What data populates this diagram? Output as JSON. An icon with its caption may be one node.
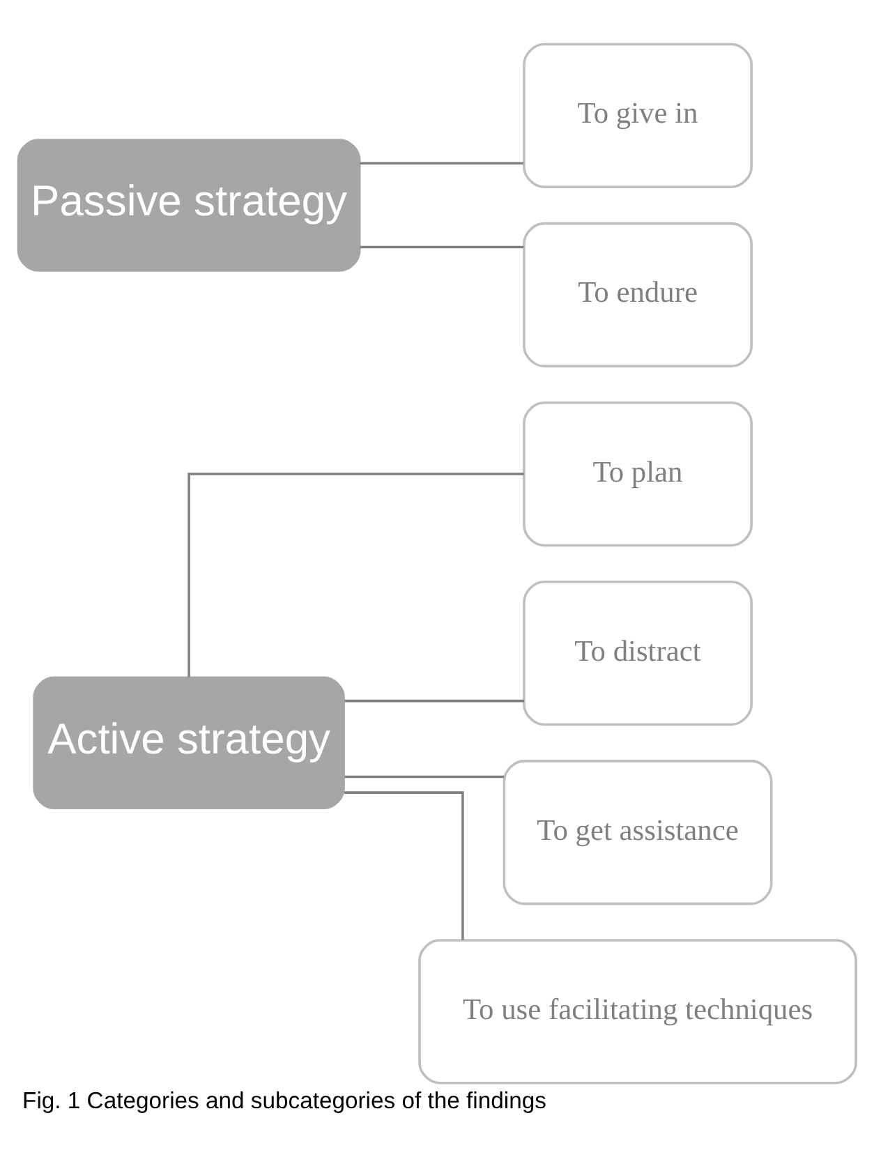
{
  "diagram": {
    "caption": "Fig. 1 Categories and subcategories of the findings",
    "nodes": [
      {
        "text": [
          "Active strategy"
        ]
      },
      {
        "text": [
          "To plan"
        ]
      },
      {
        "text": [
          "To distract"
        ]
      },
      {
        "text": [
          "To get assistance"
        ]
      },
      {
        "text": [
          "To use facilitating techniques"
        ]
      },
      {
        "text": [
          "Passive strategy"
        ]
      },
      {
        "text": [
          "To give in"
        ]
      },
      {
        "text": [
          "To endure"
        ]
      }
    ],
    "edges": [
      {
        "from": 0,
        "to": 1,
        "arrow": "none"
      },
      {
        "from": 0,
        "to": 2,
        "arrow": "none"
      },
      {
        "from": 0,
        "to": 3,
        "arrow": "none"
      },
      {
        "from": 0,
        "to": 4,
        "arrow": "none"
      },
      {
        "from": 5,
        "to": 6,
        "arrow": "none"
      },
      {
        "from": 5,
        "to": 7,
        "arrow": "none"
      }
    ]
  }
}
